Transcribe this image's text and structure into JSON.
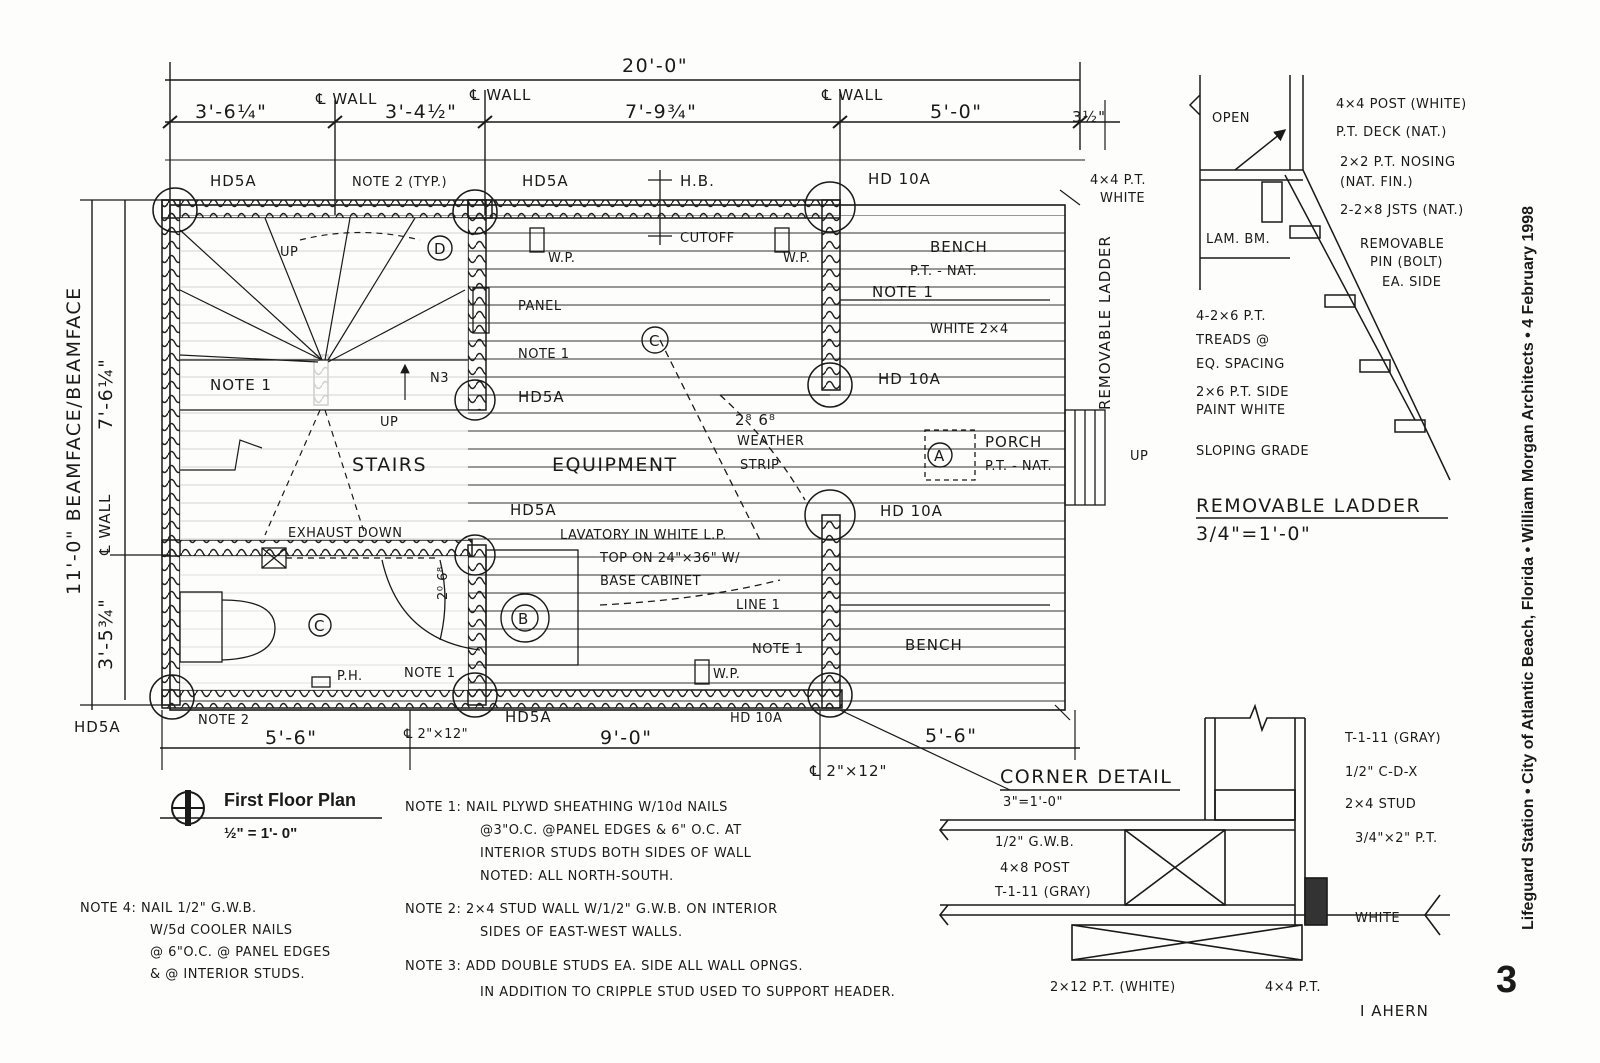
{
  "plan": {
    "overall_width": "20'-0\"",
    "top_dims": [
      "3'-6¼\"",
      "3'-4½\"",
      "7'-9¾\"",
      "5'-0\"",
      "3½\""
    ],
    "cl_wall": "℄ WALL",
    "left_dims": [
      "11'-0\" BEAMFACE/BEAMFACE",
      "7'-6¼\"",
      "3'-5¾\""
    ],
    "bottom_dims": [
      "5'-6\"",
      "9'-0\"",
      "5'-6\""
    ],
    "symbols": [
      "D",
      "C",
      "B",
      "A"
    ],
    "labels": {
      "hd5a": "HD5A",
      "hd10a": "HD 10A",
      "note2_typ": "NOTE 2 (TYP.)",
      "hb": "H.B.",
      "post_4x4": "4×4 P.T.",
      "post_white": "WHITE",
      "up": "UP",
      "cutoff": "CUTOFF",
      "wp": "W.P.",
      "bench": "BENCH",
      "bench_finish": "P.T. - NAT.",
      "note1": "NOTE 1",
      "white_2x4": "WHITE 2×4",
      "panel": "PANEL",
      "note3_mark": "N3",
      "door_size": "2⁸ 6⁸",
      "weather": "WEATHER",
      "strip": "STRIP",
      "porch": "PORCH",
      "porch_finish": "P.T. - NAT.",
      "stairs": "STAIRS",
      "equipment": "EQUIPMENT",
      "exhaust": "EXHAUST DOWN",
      "lavatory_1": "LAVATORY IN WHITE L.P.",
      "lavatory_2": "TOP ON 24\"×36\" W/",
      "lavatory_3": "BASE CABINET",
      "line1": "LINE 1",
      "door_2_6": "2⁰ 6⁸",
      "ph": "P.H.",
      "note2": "NOTE 2",
      "header": "℄ 2\"×12\"",
      "removable_ladder": "REMOVABLE LADDER"
    },
    "title": "First Floor Plan",
    "scale": "½\" = 1'- 0\""
  },
  "notes": {
    "note1": [
      "NOTE 1: NAIL PLYWD SHEATHING W/10d NAILS",
      "@3\"O.C. @PANEL EDGES & 6\" O.C. AT",
      "INTERIOR STUDS BOTH SIDES OF WALL",
      "NOTED: ALL NORTH-SOUTH."
    ],
    "note2": [
      "NOTE 2: 2×4 STUD WALL W/1/2\" G.W.B. ON INTERIOR",
      "SIDES OF EAST-WEST WALLS."
    ],
    "note3": [
      "NOTE 3: ADD DOUBLE STUDS EA. SIDE ALL WALL OPNGS.",
      "IN ADDITION TO CRIPPLE STUD USED TO SUPPORT HEADER."
    ],
    "note4": [
      "NOTE 4: NAIL 1/2\" G.W.B.",
      "W/5d COOLER NAILS",
      "@ 6\"O.C. @ PANEL EDGES",
      "& @ INTERIOR STUDS."
    ]
  },
  "ladder": {
    "labels": [
      "OPEN",
      "4×4 POST (WHITE)",
      "P.T. DECK (NAT.)",
      "2×2 P.T. NOSING",
      "(NAT. FIN.)",
      "2-2×8 JSTS (NAT.)",
      "LAM. BM.",
      "REMOVABLE",
      "PIN (BOLT)",
      "EA. SIDE",
      "4-2×6 P.T.",
      "TREADS @",
      "EQ. SPACING",
      "2×6 P.T. SIDE",
      "PAINT WHITE",
      "SLOPING GRADE"
    ],
    "title": "REMOVABLE LADDER",
    "scale": "3/4\"=1'-0\""
  },
  "corner": {
    "title": "CORNER DETAIL",
    "scale": "3\"=1'-0\"",
    "labels": [
      "T-1-11 (GRAY)",
      "1/2\" C-D-X",
      "2×4 STUD",
      "3/4\"×2\" P.T.",
      "1/2\" G.W.B.",
      "4×8 POST",
      "T-1-11 (GRAY)",
      "WHITE",
      "2×12 P.T. (WHITE)",
      "4×4 P.T."
    ]
  },
  "sheet": {
    "title_strip": "Lifeguard Station  •  City of Atlantic Beach, Florida  •  William Morgan Architects  •  4 February 1998",
    "number": "3",
    "drafter": "I AHERN"
  }
}
